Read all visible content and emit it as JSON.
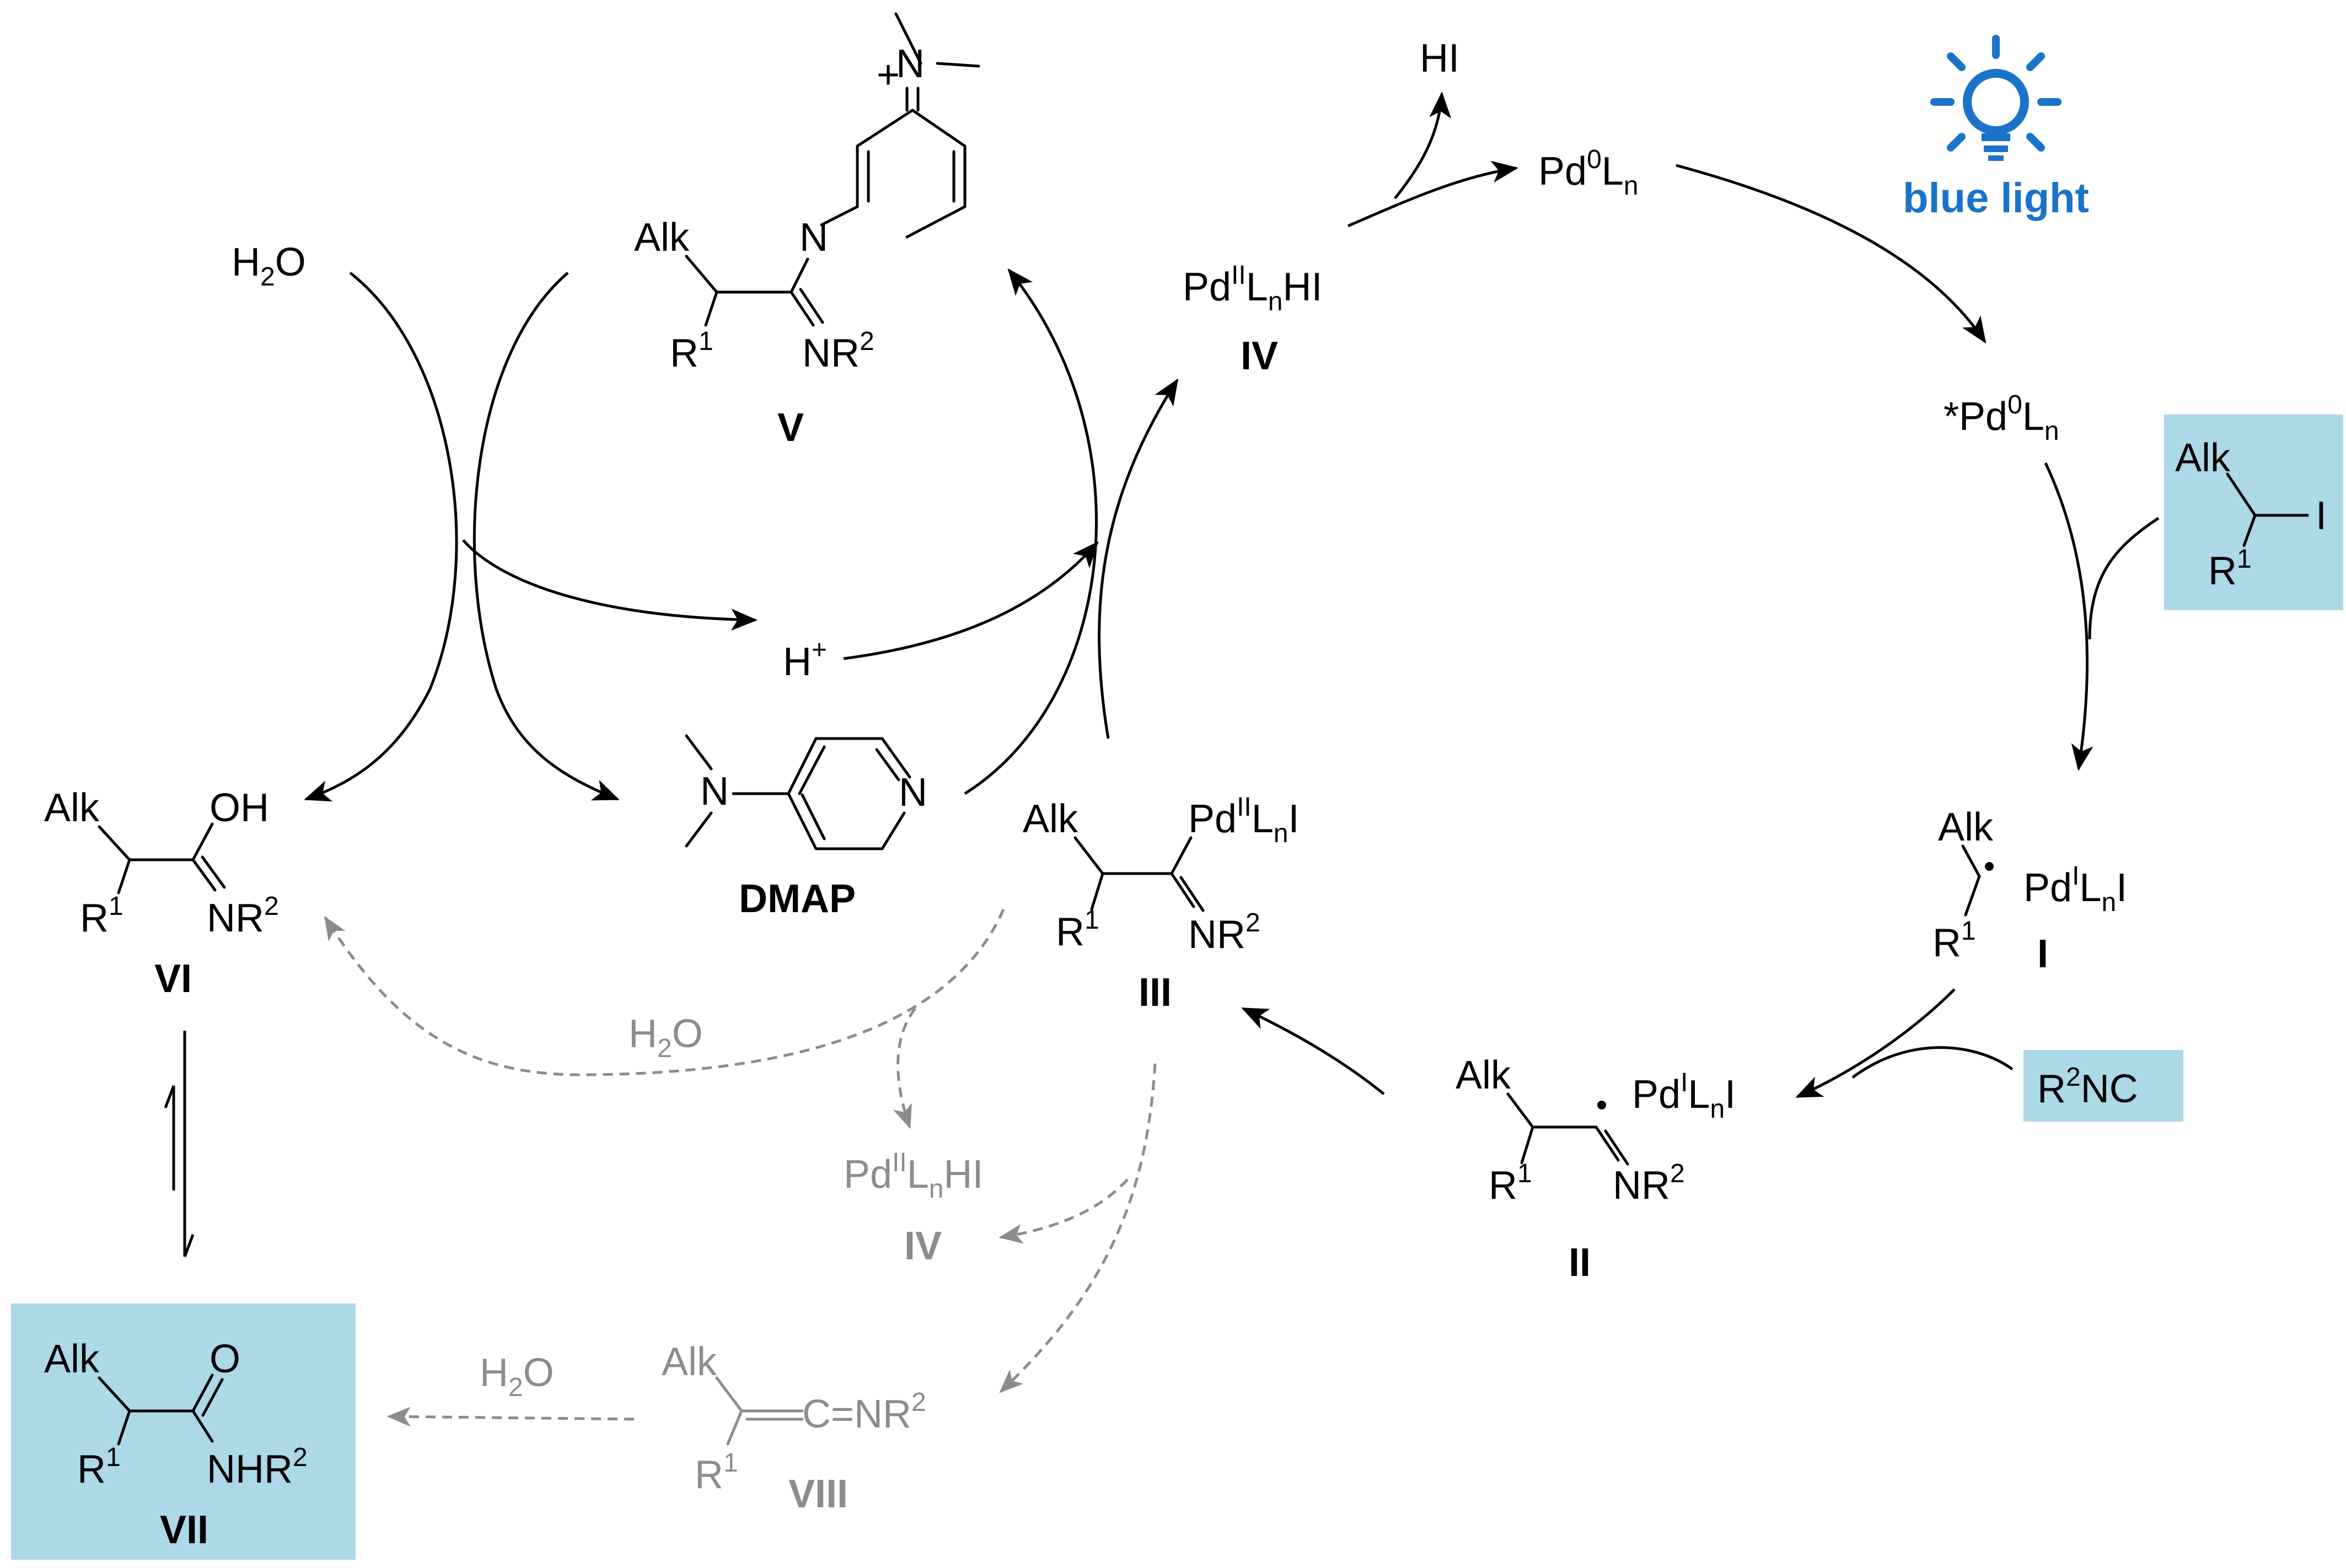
{
  "colors": {
    "black": "#000000",
    "gray": "#8c8c8c",
    "highlight_box": "#add8e6",
    "light_icon": "#1a73c8"
  },
  "blue_light": {
    "icon": "lightbulb-icon",
    "label": "blue light"
  },
  "reagents": {
    "alkyl_iodide": {
      "alk": "Alk",
      "i": "I",
      "r": "R",
      "r_sup": "1"
    },
    "isocyanide": {
      "r": "R",
      "r_sup": "2",
      "nc": "NC"
    }
  },
  "species": {
    "pd0": {
      "pd": "Pd",
      "ox": "0",
      "l": "L",
      "n": "n"
    },
    "pd0_excited": {
      "star": "*",
      "pd": "Pd",
      "ox": "0",
      "l": "L",
      "n": "n"
    },
    "I": {
      "id": "I",
      "alk": "Alk",
      "r": "R",
      "r_sup": "1",
      "pd": "Pd",
      "ox": "I",
      "l": "L",
      "n": "n",
      "tail": "I"
    },
    "II": {
      "id": "II",
      "alk": "Alk",
      "r": "R",
      "r_sup": "1",
      "nr": "NR",
      "nr_sup": "2",
      "pd": "Pd",
      "ox": "I",
      "l": "L",
      "n": "n",
      "tail": "I"
    },
    "III": {
      "id": "III",
      "alk": "Alk",
      "r": "R",
      "r_sup": "1",
      "nr": "NR",
      "nr_sup": "2",
      "pd": "Pd",
      "ox": "II",
      "l": "L",
      "n": "n",
      "tail": "I"
    },
    "IV": {
      "id": "IV",
      "pd": "Pd",
      "ox": "II",
      "l": "L",
      "n": "n",
      "tail": "HI"
    },
    "IV_side": {
      "id": "IV",
      "pd": "Pd",
      "ox": "II",
      "l": "L",
      "n": "n",
      "tail": "HI"
    },
    "V": {
      "id": "V",
      "alk": "Alk",
      "r": "R",
      "r_sup": "1",
      "nr": "NR",
      "nr_sup": "2",
      "n_ring": "N",
      "n_plus": "+",
      "n_me": "N"
    },
    "VI": {
      "id": "VI",
      "alk": "Alk",
      "r": "R",
      "r_sup": "1",
      "oh": "OH",
      "nr": "NR",
      "nr_sup": "2"
    },
    "VII": {
      "id": "VII",
      "alk": "Alk",
      "r": "R",
      "r_sup": "1",
      "o": "O",
      "nhr": "NHR",
      "nhr_sup": "2"
    },
    "VIII": {
      "id": "VIII",
      "alk": "Alk",
      "r": "R",
      "r_sup": "1",
      "ketenimine": "C=NR",
      "sup": "2"
    },
    "DMAP": {
      "id": "DMAP",
      "n_amine": "N",
      "n_ring": "N"
    }
  },
  "small_molecules": {
    "hi": "HI",
    "water": {
      "h": "H",
      "sub": "2",
      "o": "O"
    },
    "proton": {
      "h": "H",
      "sup": "+"
    }
  }
}
